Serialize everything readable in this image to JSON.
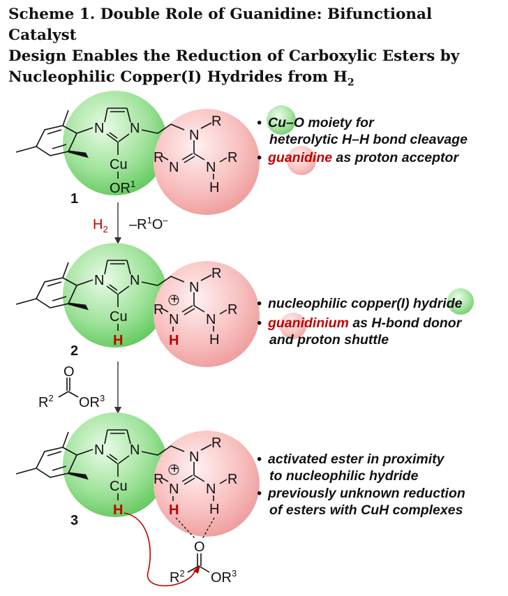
{
  "title_lines": [
    "Scheme 1. Double Role of Guanidine: Bifunctional Catalyst",
    "Design Enables the Reduction of Carboxylic Esters by",
    "Nucleophilic Copper(I) Hydrides from H"
  ],
  "title_subscript": "2",
  "atoms": {
    "N": "N",
    "R": "R",
    "Cu": "Cu",
    "H": "H",
    "O": "O",
    "OR1": "OR",
    "sup1": "1",
    "plus": "+",
    "R2": "R",
    "sup2": "2",
    "OR3": "OR",
    "sup3": "3"
  },
  "compounds": {
    "c1": "1",
    "c2": "2",
    "c3": "3"
  },
  "arrow1": {
    "reagent": "H",
    "reagent_sub": "2",
    "byproduct": "–R",
    "byproduct_sup": "1",
    "byproduct_tail": "O",
    "byproduct_charge": "–"
  },
  "notes1": [
    "•",
    "Cu–O moiety for",
    "heterolytic H–H bond cleavage",
    "guanidine",
    " as proton acceptor"
  ],
  "notes2": [
    "nucleophilic copper(I) hydride",
    "guanidinium",
    " as H-bond donor",
    "and proton shuttle"
  ],
  "notes3": [
    "activated ester in proximity",
    "to nucleophilic hydride",
    "previously unknown reduction",
    "of esters with CuH complexes"
  ],
  "colors": {
    "green": "#7fd67a",
    "red_sphere": "#f4a5a5",
    "accent_red": "#c00000"
  }
}
